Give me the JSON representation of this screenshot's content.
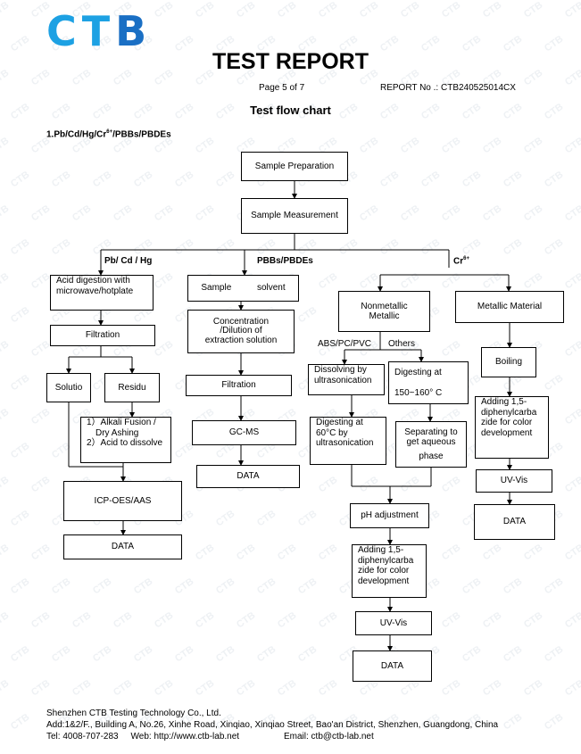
{
  "header": {
    "logo_letters": [
      "C",
      "T",
      "B"
    ],
    "title": "TEST REPORT",
    "page": "Page 5 of 7",
    "report_no": "REPORT No .: CTB240525014CX",
    "subtitle": "Test flow chart",
    "watermark_text": "CTB"
  },
  "section": {
    "prefix": "1.Pb/Cd/Hg/Cr",
    "sup": "6+",
    "suffix": "/PBBs/PBDEs"
  },
  "flow": {
    "sample_preparation": "Sample Preparation",
    "sample_measurement": "Sample Measurement",
    "branch_pb": "Pb/ Cd / Hg",
    "branch_pbbs": "PBBs/PBDEs",
    "branch_cr": "Cr",
    "branch_cr_sup": "6+",
    "pb": {
      "acid_digestion_1": "Acid digestion with",
      "acid_digestion_2": "microwave/hotplate",
      "filtration": "Filtration",
      "solution": "Solutio",
      "residue": "Residu",
      "alkali_1": "1）Alkali Fusion /",
      "alkali_2": "Dry Ashing",
      "alkali_3": "2）Acid to dissolve",
      "icp": "ICP-OES/AAS",
      "data": "DATA"
    },
    "pbbs": {
      "sample_solvent_a": "Sample",
      "sample_solvent_b": "solvent",
      "concentration_1": "Concentration",
      "concentration_2": "/Dilution of",
      "concentration_3": "extraction solution",
      "filtration": "Filtration",
      "gcms": "GC-MS",
      "data": "DATA"
    },
    "cr": {
      "nonmetallic_1": "Nonmetallic",
      "nonmetallic_2": "Metallic",
      "metallic": "Metallic Material",
      "abs_label": "ABS/PC/PVC",
      "others_label": "Others",
      "dissolving_1": "Dissolving by",
      "dissolving_2": "ultrasonication",
      "digesting150_1": "Digesting at",
      "digesting150_2": "150~160° C",
      "digesting60_1": "Digesting at",
      "digesting60_2": "60°C by",
      "digesting60_3": "ultrasonication",
      "separating_1": "Separating to",
      "separating_2": "get aqueous",
      "separating_3": "phase",
      "ph": "pH adjustment",
      "adding_1": "Adding 1,5-",
      "adding_2": "diphenylcarba",
      "adding_3": "zide for color",
      "adding_4": "development",
      "uvvis": "UV-Vis",
      "data": "DATA",
      "boiling": "Boiling",
      "m_adding_1": "Adding 1,5-",
      "m_adding_2": "diphenylcarba",
      "m_adding_3": "zide for color",
      "m_adding_4": "development",
      "m_uvvis": "UV-Vis",
      "m_data": "DATA"
    }
  },
  "footer": {
    "company": "Shenzhen CTB Testing Technology Co., Ltd.",
    "address": "Add:1&2/F., Building A, No.26, Xinhe Road, Xinqiao, Xinqiao Street, Bao'an District, Shenzhen, Guangdong, China",
    "tel": "Tel: 4008-707-283",
    "web": "Web: http://www.ctb-lab.net",
    "email": "Email: ctb@ctb-lab.net"
  }
}
